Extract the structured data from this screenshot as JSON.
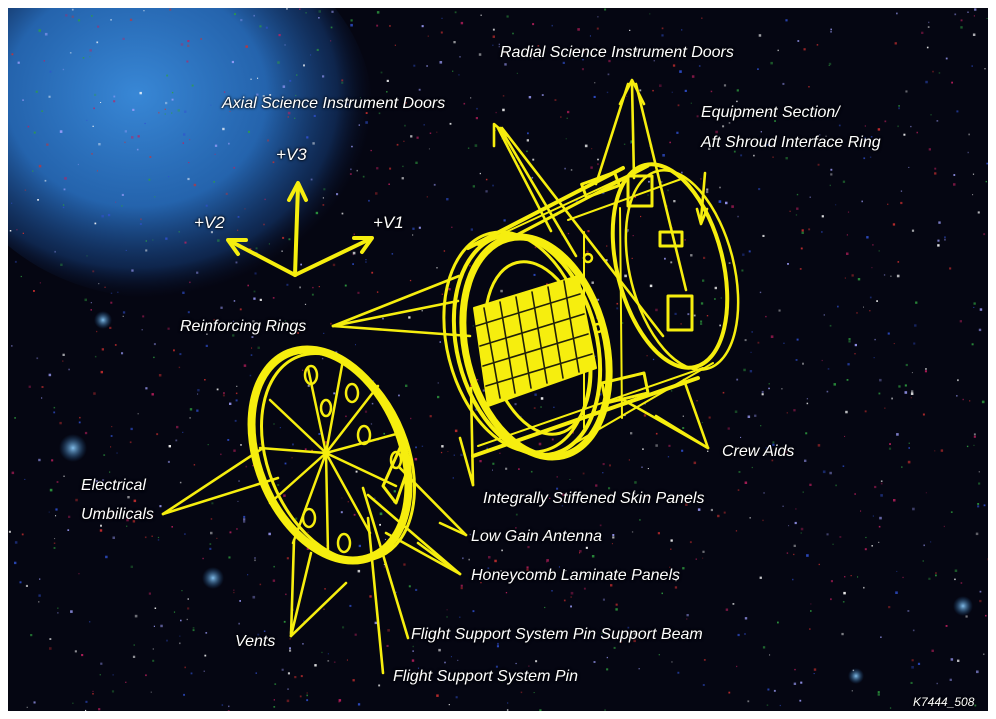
{
  "colors": {
    "background": "#050612",
    "structure": "#f6ee0e",
    "label_text": "#ffffff",
    "nebula": "#2a7ad0"
  },
  "axes": {
    "v1": "+V1",
    "v2": "+V2",
    "v3": "+V3"
  },
  "labels": {
    "radial_doors": "Radial Science Instrument Doors",
    "axial_doors": "Axial Science Instrument Doors",
    "equipment_section_1": "Equipment Section/",
    "equipment_section_2": "Aft Shroud Interface Ring",
    "reinforcing_rings": "Reinforcing Rings",
    "crew_aids": "Crew Aids",
    "electrical_umbilicals_1": "Electrical",
    "electrical_umbilicals_2": "Umbilicals",
    "stiffened_panels": "Integrally Stiffened Skin Panels",
    "low_gain_antenna": "Low Gain Antenna",
    "honeycomb_panels": "Honeycomb Laminate Panels",
    "vents": "Vents",
    "fss_pin_beam": "Flight Support System Pin Support Beam",
    "fss_pin": "Flight Support System Pin"
  },
  "image_code": "K7444_508"
}
